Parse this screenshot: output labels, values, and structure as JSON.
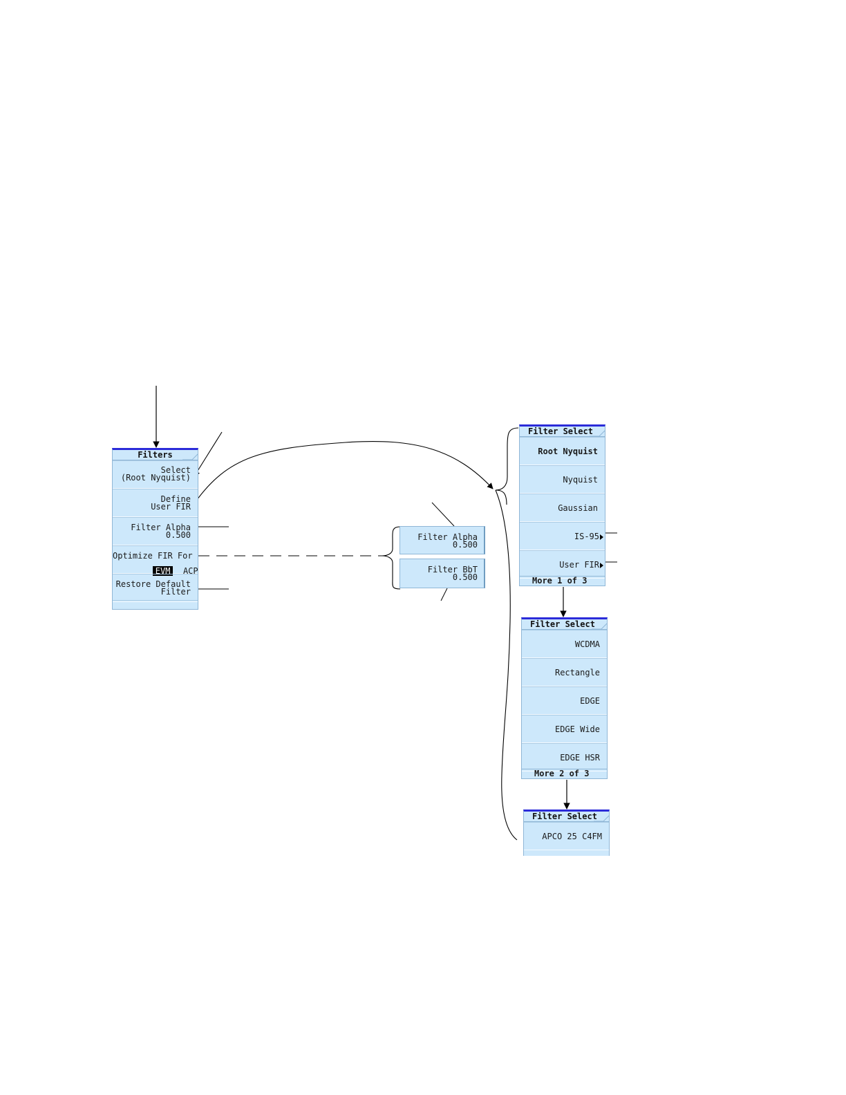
{
  "filters_menu": {
    "title": "Filters",
    "select": {
      "line1": "Select",
      "line2": "(Root Nyquist)"
    },
    "define_user_fir": {
      "line1": "Define",
      "line2": "User FIR"
    },
    "filter_alpha": {
      "line1": "Filter Alpha",
      "line2": "0.500"
    },
    "optimize_fir": {
      "line1": "Optimize FIR For",
      "option_selected": "EVM",
      "option_other": "ACP"
    },
    "restore_default": {
      "line1": "Restore Default",
      "line2": "Filter"
    }
  },
  "alt_keys": {
    "filter_alpha": {
      "line1": "Filter Alpha",
      "line2": "0.500"
    },
    "filter_bbt": {
      "line1": "Filter BbT",
      "line2": "0.500"
    }
  },
  "filter_select_1": {
    "title": "Filter Select",
    "items": [
      "Root Nyquist",
      "Nyquist",
      "Gaussian",
      "IS-95",
      "User FIR"
    ],
    "more": "More 1 of 3"
  },
  "filter_select_2": {
    "title": "Filter Select",
    "items": [
      "WCDMA",
      "Rectangle",
      "EDGE",
      "EDGE Wide",
      "EDGE HSR"
    ],
    "more": "More 2 of 3"
  },
  "filter_select_3": {
    "title": "Filter Select",
    "items": [
      "APCO 25 C4FM"
    ]
  },
  "colors": {
    "key_fill": "#cde8fb",
    "title_bar": "#2b2bd9",
    "line": "#000000"
  }
}
